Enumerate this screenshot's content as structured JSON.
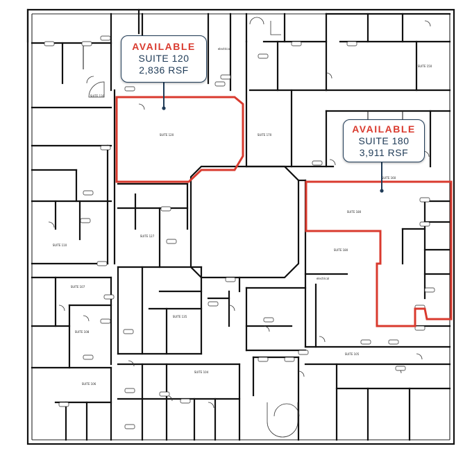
{
  "callouts": [
    {
      "status": "AVAILABLE",
      "suite": "SUITE 120",
      "area": "2,836 RSF"
    },
    {
      "status": "AVAILABLE",
      "suite": "SUITE 180",
      "area": "3,911 RSF"
    }
  ],
  "rooms": {
    "suite_130": "SUITE 130",
    "suite_150": "SUITE 150",
    "suite_120": "SUITE 120",
    "suite_170": "SUITE 170",
    "suite_160": "SUITE 160",
    "suite_110": "SUITE 110",
    "suite_127": "SUITE 127",
    "suite_107": "SUITE 107",
    "suite_135": "SUITE 135",
    "suite_180_a": "SUITE 180",
    "suite_180_b": "SUITE 180",
    "suite_108": "SUITE 108",
    "suite_106": "SUITE 106",
    "suite_104": "SUITE 104",
    "suite_105": "SUITE 105",
    "electrical_1": "electrical",
    "electrical_2": "electrical"
  },
  "colors": {
    "available": "#d93a2e",
    "callout": "#1f3b57",
    "walls": "#111111"
  }
}
